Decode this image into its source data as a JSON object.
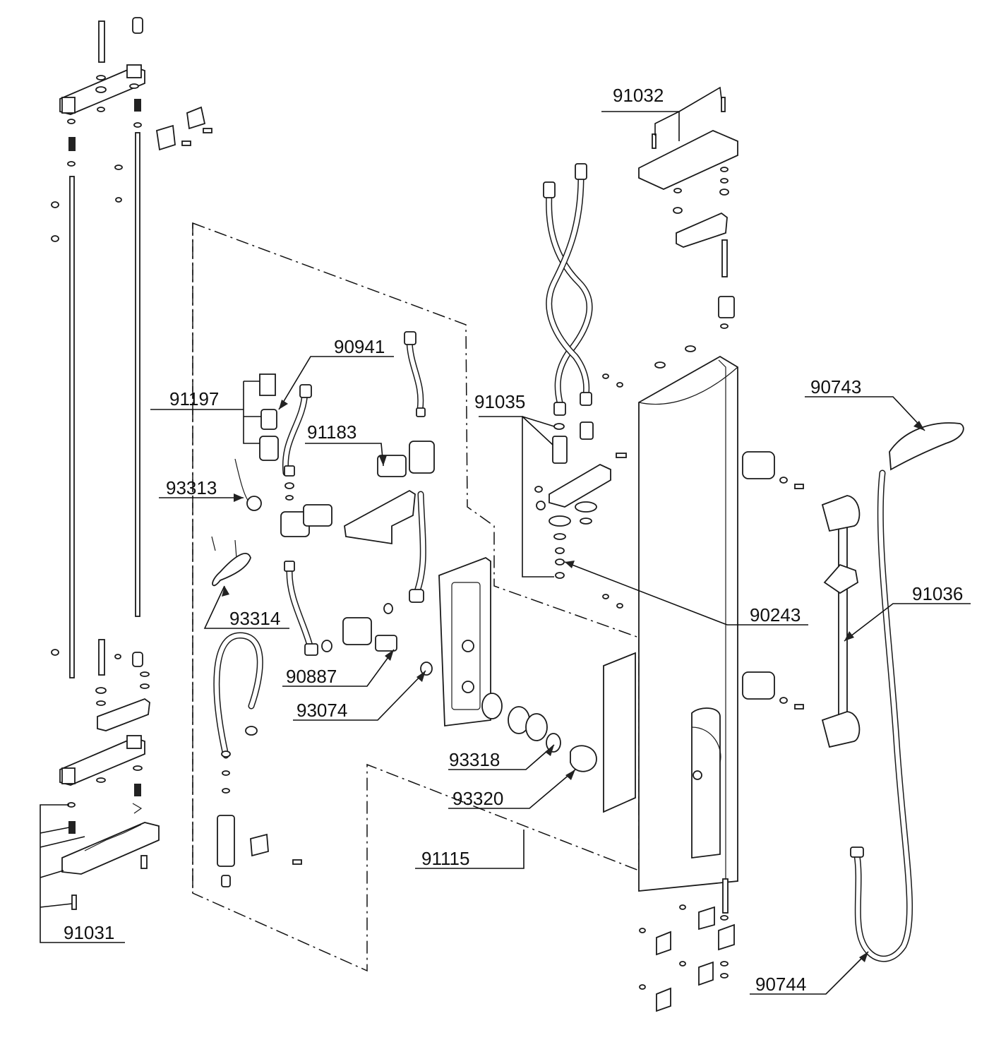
{
  "diagram": {
    "labels": [
      {
        "id": "91032",
        "text": "91032"
      },
      {
        "id": "90941",
        "text": "90941"
      },
      {
        "id": "91197",
        "text": "91197"
      },
      {
        "id": "91035",
        "text": "91035"
      },
      {
        "id": "91183",
        "text": "91183"
      },
      {
        "id": "90743",
        "text": "90743"
      },
      {
        "id": "93313",
        "text": "93313"
      },
      {
        "id": "91036",
        "text": "91036"
      },
      {
        "id": "90243",
        "text": "90243"
      },
      {
        "id": "93314",
        "text": "93314"
      },
      {
        "id": "90887",
        "text": "90887"
      },
      {
        "id": "93074",
        "text": "93074"
      },
      {
        "id": "93318",
        "text": "93318"
      },
      {
        "id": "93320",
        "text": "93320"
      },
      {
        "id": "91115",
        "text": "91115"
      },
      {
        "id": "91031",
        "text": "91031"
      },
      {
        "id": "90744",
        "text": "90744"
      }
    ]
  }
}
